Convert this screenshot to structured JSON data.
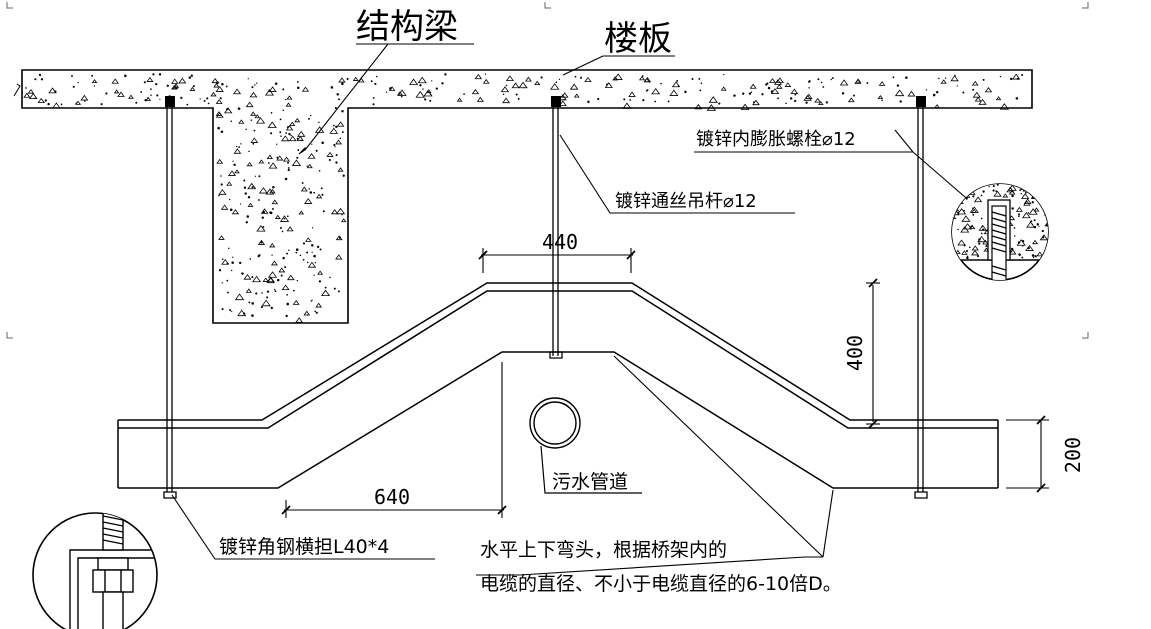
{
  "labels": {
    "beam": "结构梁",
    "slab": "楼板",
    "anchor_bolt": "镀锌内膨胀螺栓⌀12",
    "hanger_rod": "镀锌通丝吊杆⌀12",
    "cross_arm": "镀锌角钢横担L40*4",
    "sewage_pipe": "污水管道",
    "bend_note_line1": "水平上下弯头，根据桥架内的",
    "bend_note_line2": "电缆的直径、不小于电缆直径的6-10倍D。"
  },
  "dimensions": {
    "top_width": "440",
    "rise": "400",
    "tray_height": "200",
    "bottom_run": "640"
  }
}
